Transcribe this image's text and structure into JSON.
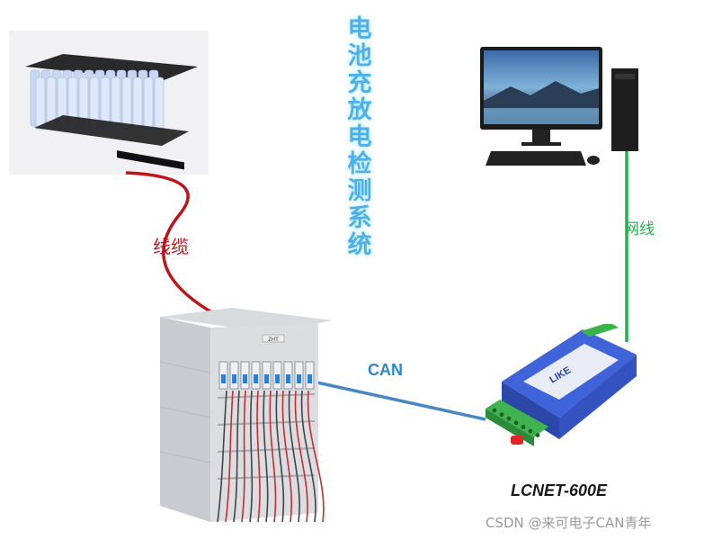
{
  "title": {
    "chars": [
      "电",
      "池",
      "充",
      "放",
      "电",
      "检",
      "测",
      "系",
      "统"
    ]
  },
  "labels": {
    "cable": "线缆",
    "network": "网线",
    "can": "CAN",
    "model": "LCNET-600E"
  },
  "device_text": {
    "brand": "LIKE",
    "cabinet_plate": "ZHT"
  },
  "watermark": "CSDN @来可电子CAN青年",
  "colors": {
    "title": "#4fb0e8",
    "cable": "#c0141c",
    "network": "#22b24c",
    "can": "#2e86c8",
    "device_blue": "#3553c8"
  }
}
